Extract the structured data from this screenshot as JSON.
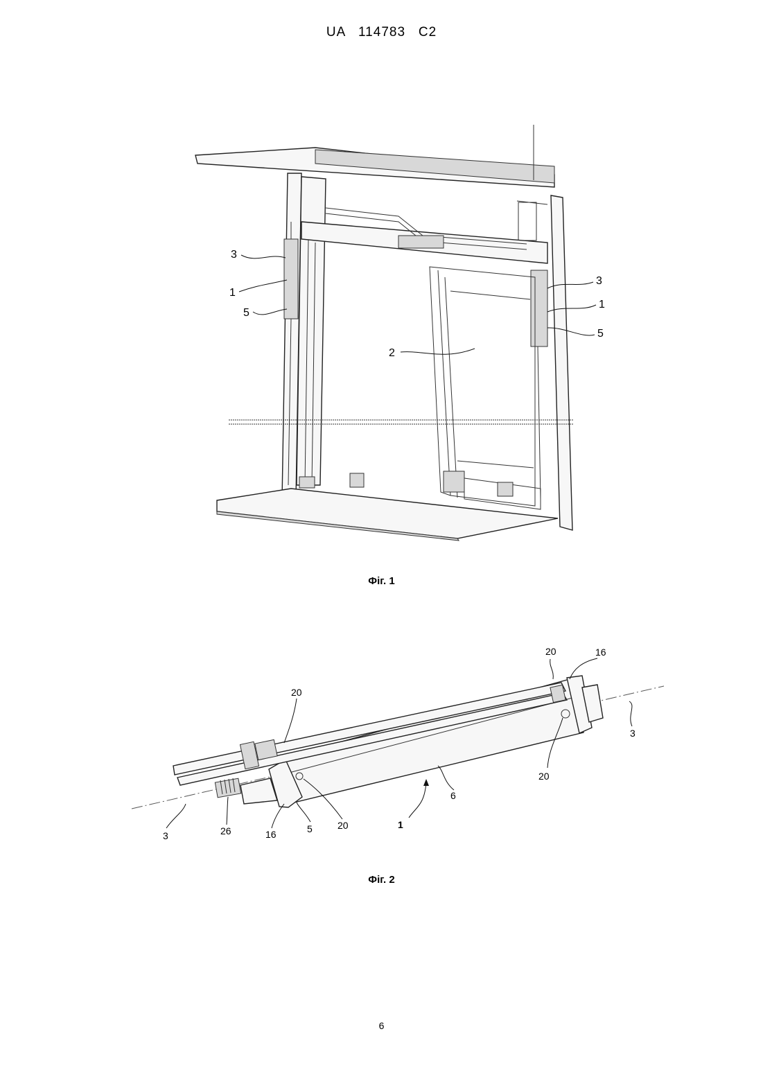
{
  "header": {
    "document_number": "UA   114783   C2"
  },
  "figures": [
    {
      "caption": "Фіг. 1",
      "reference_numerals": {
        "left_3": "3",
        "left_1": "1",
        "left_5": "5",
        "right_3": "3",
        "right_1": "1",
        "right_5": "5",
        "center_2": "2"
      }
    },
    {
      "caption": "Фіг. 2",
      "reference_numerals": {
        "top_20": "20",
        "top_right_20": "20",
        "top_16": "16",
        "right_3": "3",
        "right_20": "20",
        "middle_6": "6",
        "left_3": "3",
        "n_26": "26",
        "n_16": "16",
        "n_5": "5",
        "bottom_20": "20",
        "n_1": "1"
      }
    }
  ],
  "footer": {
    "page_number": "6"
  }
}
